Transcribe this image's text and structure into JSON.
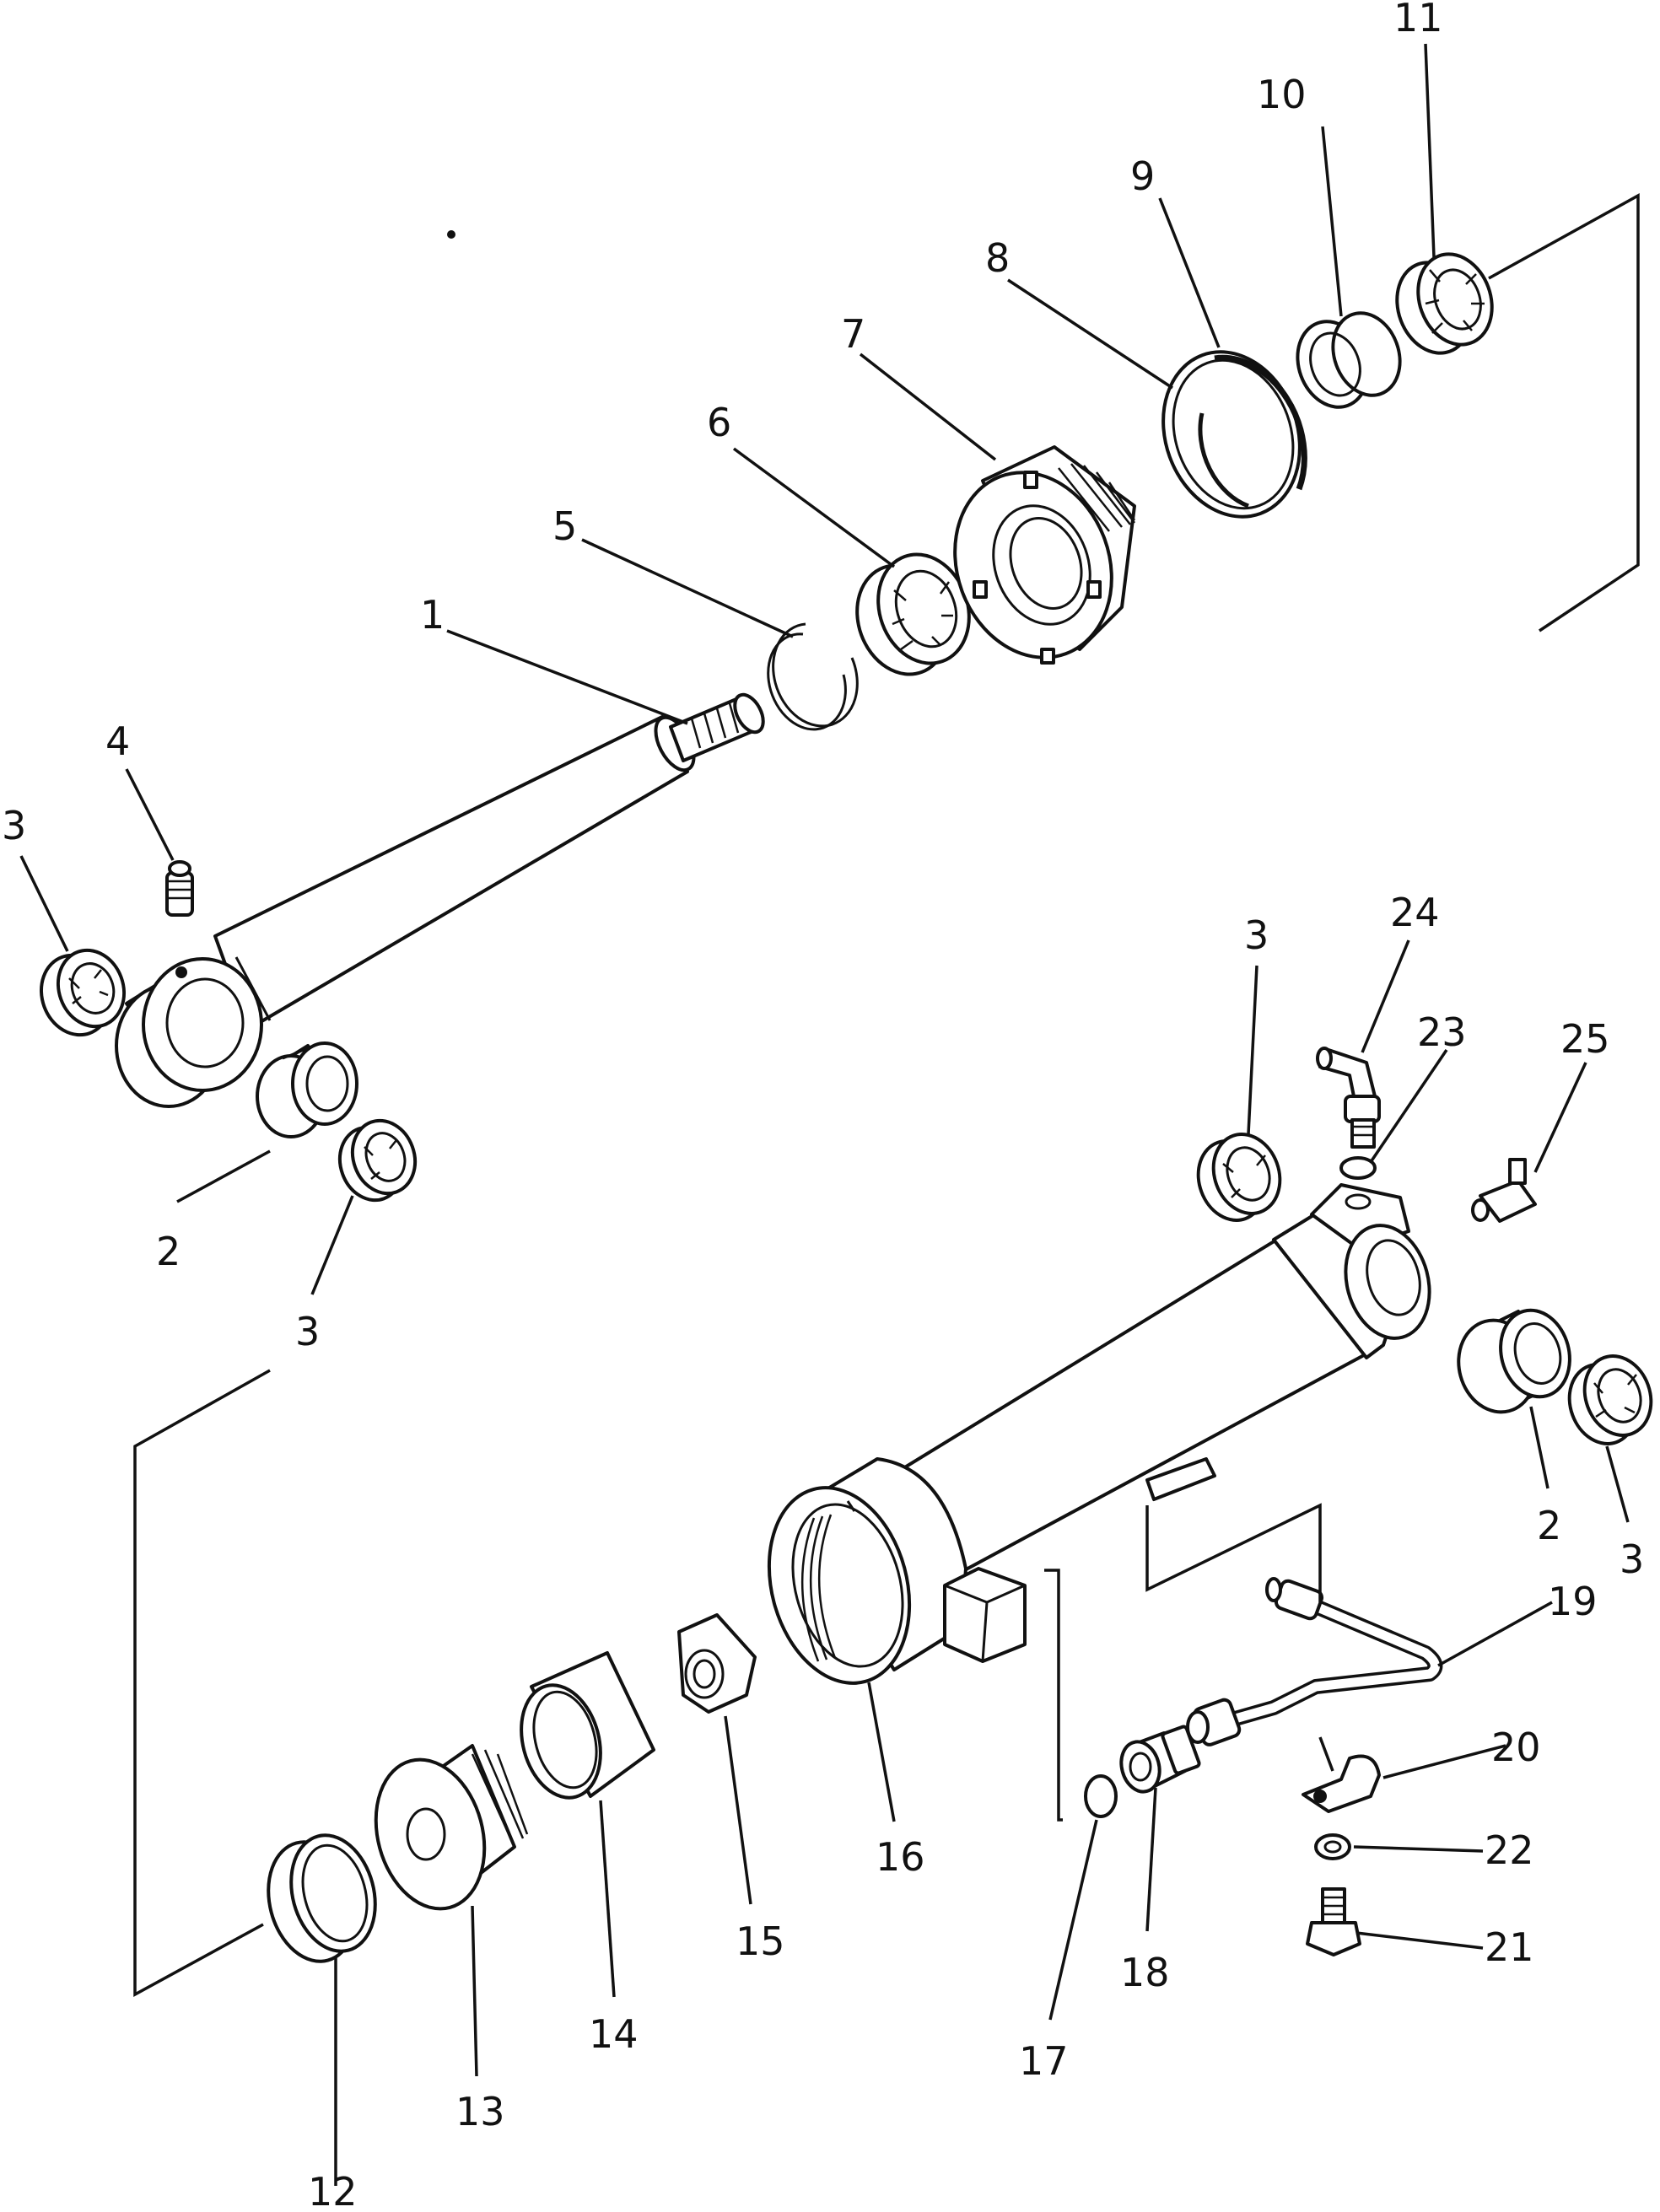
{
  "callouts": [
    {
      "id": "c1",
      "label": "1"
    },
    {
      "id": "c2a",
      "label": "2"
    },
    {
      "id": "c2b",
      "label": "2"
    },
    {
      "id": "c3a",
      "label": "3"
    },
    {
      "id": "c3b",
      "label": "3"
    },
    {
      "id": "c3c",
      "label": "3"
    },
    {
      "id": "c3d",
      "label": "3"
    },
    {
      "id": "c4",
      "label": "4"
    },
    {
      "id": "c5",
      "label": "5"
    },
    {
      "id": "c6",
      "label": "6"
    },
    {
      "id": "c7",
      "label": "7"
    },
    {
      "id": "c8",
      "label": "8"
    },
    {
      "id": "c9",
      "label": "9"
    },
    {
      "id": "c10",
      "label": "10"
    },
    {
      "id": "c11",
      "label": "11"
    },
    {
      "id": "c12",
      "label": "12"
    },
    {
      "id": "c13",
      "label": "13"
    },
    {
      "id": "c14",
      "label": "14"
    },
    {
      "id": "c15",
      "label": "15"
    },
    {
      "id": "c16",
      "label": "16"
    },
    {
      "id": "c17",
      "label": "17"
    },
    {
      "id": "c18",
      "label": "18"
    },
    {
      "id": "c19",
      "label": "19"
    },
    {
      "id": "c20",
      "label": "20"
    },
    {
      "id": "c21",
      "label": "21"
    },
    {
      "id": "c22",
      "label": "22"
    },
    {
      "id": "c23",
      "label": "23"
    },
    {
      "id": "c24",
      "label": "24"
    },
    {
      "id": "c25",
      "label": "25"
    }
  ]
}
